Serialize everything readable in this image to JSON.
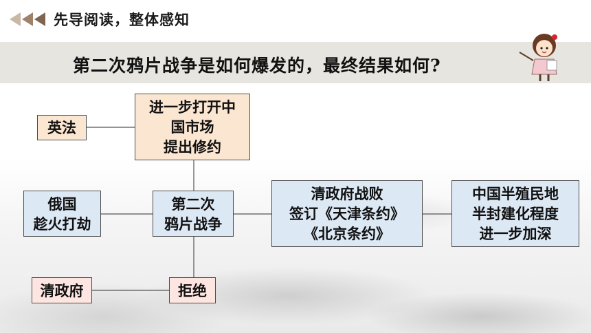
{
  "header": {
    "section_title": "先导阅读，整体感知",
    "question": "第二次鸦片战争是如何爆发的，最终结果如何?"
  },
  "icons": {
    "nav": "triple-left-arrow-icon",
    "teacher": "teacher-girl-with-pointer-icon"
  },
  "colors": {
    "peach_box": "#fbe6d2",
    "blue_box": "#dde8f5",
    "pink_box": "#fde6e1",
    "band": "#e7e5df",
    "arrow_brown": "#a0826a"
  },
  "diagram": {
    "nodes": {
      "yingfa": "英法",
      "goal": "进一步打开中\n国市场\n提出修约",
      "eguo": "俄国\n趁火打劫",
      "war": "第二次\n鸦片战争",
      "qing_defeat": "清政府战败\n签订《天津条约》\n《北京条约》",
      "result": "中国半殖民地\n半封建化程度\n进一步加深",
      "qingzhengfu": "清政府",
      "refuse": "拒绝"
    }
  }
}
